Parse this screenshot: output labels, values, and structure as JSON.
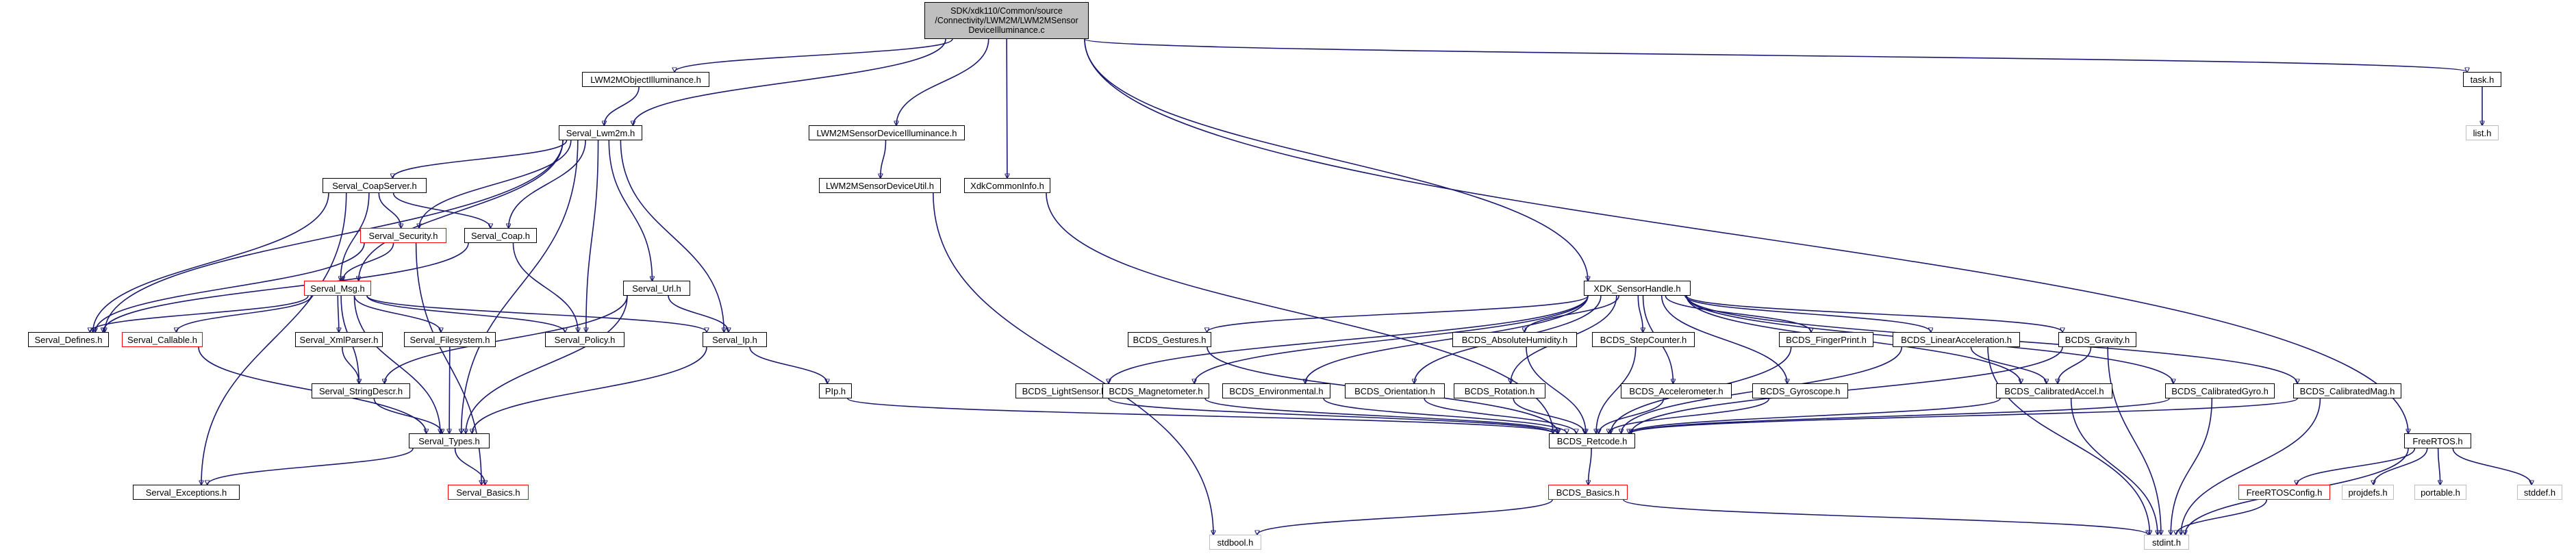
{
  "colors": {
    "edge": "#191970",
    "root_fill": "#bfbfbf",
    "missing_border": "#ff0000",
    "external_border": "#bfbfbf"
  },
  "nodes": {
    "root_line1": "SDK/xdk110/Common/source",
    "root_line2": "/Connectivity/LWM2M/LWM2MSensor",
    "root_line3": "DeviceIlluminance.c",
    "lwm2m_object_illuminance": "LWM2MObjectIlluminance.h",
    "serval_lwm2m": "Serval_Lwm2m.h",
    "lwm2m_sensor_device_illuminance": "LWM2MSensorDeviceIlluminance.h",
    "lwm2m_sensor_device_util": "LWM2MSensorDeviceUtil.h",
    "xdk_common_info": "XdkCommonInfo.h",
    "task": "task.h",
    "list": "list.h",
    "serval_coapserver": "Serval_CoapServer.h",
    "serval_security": "Serval_Security.h",
    "serval_coap": "Serval_Coap.h",
    "serval_msg": "Serval_Msg.h",
    "serval_url": "Serval_Url.h",
    "serval_defines": "Serval_Defines.h",
    "serval_callable": "Serval_Callable.h",
    "serval_xmlparser": "Serval_XmlParser.h",
    "serval_filesystem": "Serval_Filesystem.h",
    "serval_policy": "Serval_Policy.h",
    "serval_ip": "Serval_Ip.h",
    "serval_stringdescr": "Serval_StringDescr.h",
    "pip": "PIp.h",
    "serval_types": "Serval_Types.h",
    "serval_exceptions": "Serval_Exceptions.h",
    "serval_basics": "Serval_Basics.h",
    "xdk_sensorhandle": "XDK_SensorHandle.h",
    "bcds_lightsensor": "BCDS_LightSensor.h",
    "bcds_gestures": "BCDS_Gestures.h",
    "bcds_magnetometer": "BCDS_Magnetometer.h",
    "bcds_environmental": "BCDS_Environmental.h",
    "bcds_orientation": "BCDS_Orientation.h",
    "bcds_absolutehumidity": "BCDS_AbsoluteHumidity.h",
    "bcds_rotation": "BCDS_Rotation.h",
    "bcds_stepcounter": "BCDS_StepCounter.h",
    "bcds_accelerometer": "BCDS_Accelerometer.h",
    "bcds_fingerprint": "BCDS_FingerPrint.h",
    "bcds_gyroscope": "BCDS_Gyroscope.h",
    "bcds_linearacceleration": "BCDS_LinearAcceleration.h",
    "bcds_gravity": "BCDS_Gravity.h",
    "bcds_calibratedaccel": "BCDS_CalibratedAccel.h",
    "bcds_calibratedgyro": "BCDS_CalibratedGyro.h",
    "bcds_calibratedmag": "BCDS_CalibratedMag.h",
    "bcds_retcode": "BCDS_Retcode.h",
    "bcds_basics": "BCDS_Basics.h",
    "stdbool": "stdbool.h",
    "stdint": "stdint.h",
    "freertos": "FreeRTOS.h",
    "freertos_config": "FreeRTOSConfig.h",
    "projdefs": "projdefs.h",
    "portable": "portable.h",
    "stddef": "stddef.h"
  }
}
